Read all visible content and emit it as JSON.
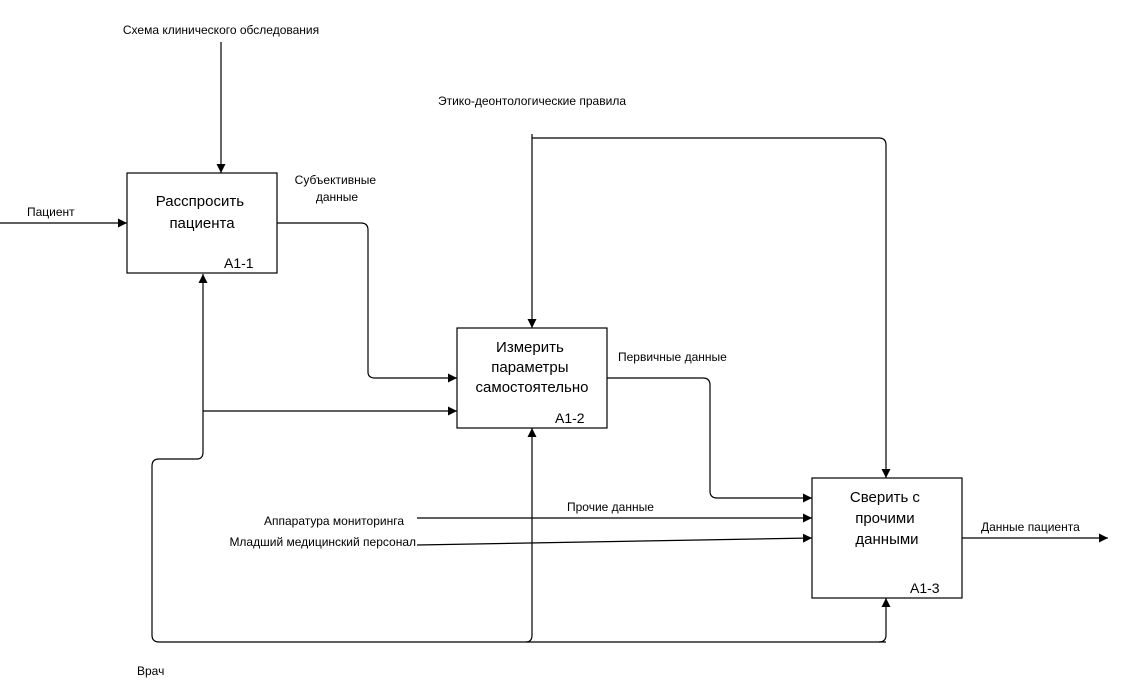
{
  "boxes": {
    "a1_1": {
      "title_lines": [
        "Расспросить",
        "пациента"
      ],
      "code": "A1-1"
    },
    "a1_2": {
      "title_lines": [
        "Измерить",
        "параметры",
        "самостоятельно"
      ],
      "code": "A1-2"
    },
    "a1_3": {
      "title_lines": [
        "Сверить с",
        "прочими",
        "данными"
      ],
      "code": "A1-3"
    }
  },
  "labels": {
    "schema": "Схема клинического обследования",
    "ethics": "Этико-деонтологические правила",
    "patient": "Пациент",
    "subjective_lines": [
      "Субъективные",
      "данные"
    ],
    "primary": "Первичные данные",
    "other": "Прочие данные",
    "monitoring": "Аппаратура мониторинга",
    "junior_staff": "Младший медицинский персонал",
    "patient_data": "Данные пациента",
    "doctor": "Врач"
  }
}
